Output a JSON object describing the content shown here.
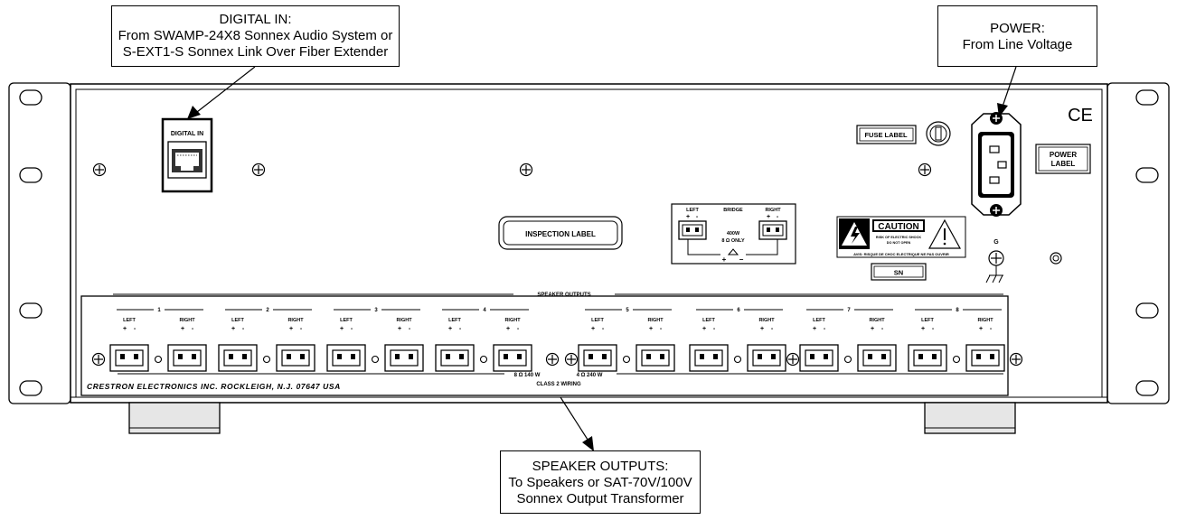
{
  "callouts": {
    "digital_in": {
      "title": "DIGITAL IN:",
      "line1": "From SWAMP-24X8 Sonnex Audio System or",
      "line2": "S-EXT1-S Sonnex Link Over Fiber Extender"
    },
    "power": {
      "title": "POWER:",
      "line1": "From Line Voltage"
    },
    "speaker_outputs": {
      "title": "SPEAKER OUTPUTS:",
      "line1": "To Speakers or SAT-70V/100V",
      "line2": "Sonnex Output Transformer"
    }
  },
  "panel": {
    "digital_in_label": "DIGITAL IN",
    "inspection_label": "INSPECTION LABEL",
    "fuse_label": "FUSE LABEL",
    "power_label_line1": "POWER",
    "power_label_line2": "LABEL",
    "ce_mark": "CE",
    "ground_label": "G",
    "sn_label": "SN",
    "caution": {
      "title": "CAUTION",
      "line1": "RISK OF ELECTRIC SHOCK",
      "line2": "DO NOT OPEN",
      "avis": "AVIS: RISQUE DE CHOC ELECTRIQUE NE PAS OUVRIR"
    },
    "bridge": {
      "left": "LEFT",
      "bridge": "BRIDGE",
      "right": "RIGHT",
      "plus": "+",
      "minus": "-",
      "power": "400W",
      "ohm": "8 Ω ONLY",
      "polarity_plus": "+",
      "polarity_minus": "−"
    },
    "speaker_outputs_title": "SPEAKER OUTPUTS",
    "channels": [
      "1",
      "2",
      "3",
      "4",
      "5",
      "6",
      "7",
      "8"
    ],
    "left_label": "LEFT",
    "right_label": "RIGHT",
    "plus": "+",
    "minus": "-",
    "rating_8ohm": "8 Ω 140 W",
    "rating_4ohm": "4 Ω 240 W",
    "class2": "CLASS 2 WIRING",
    "manufacturer": "CRESTRON ELECTRONICS INC. ROCKLEIGH, N.J. 07647 USA"
  }
}
